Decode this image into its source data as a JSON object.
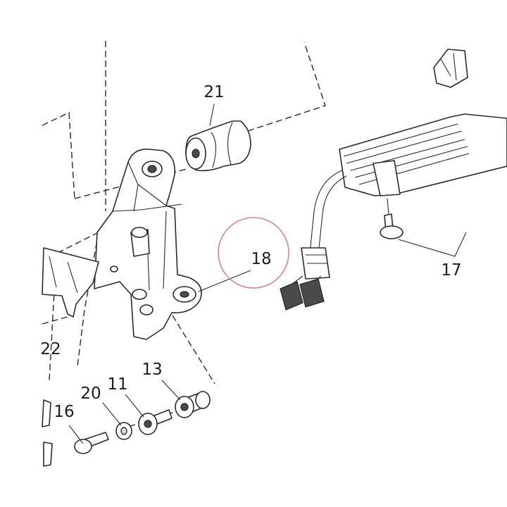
{
  "callouts": {
    "c21": "21",
    "c18": "18",
    "c17": "17",
    "c22": "22",
    "c20": "20",
    "c11": "11",
    "c13": "13",
    "c16": "16"
  },
  "highlight_color": "#d9838c"
}
